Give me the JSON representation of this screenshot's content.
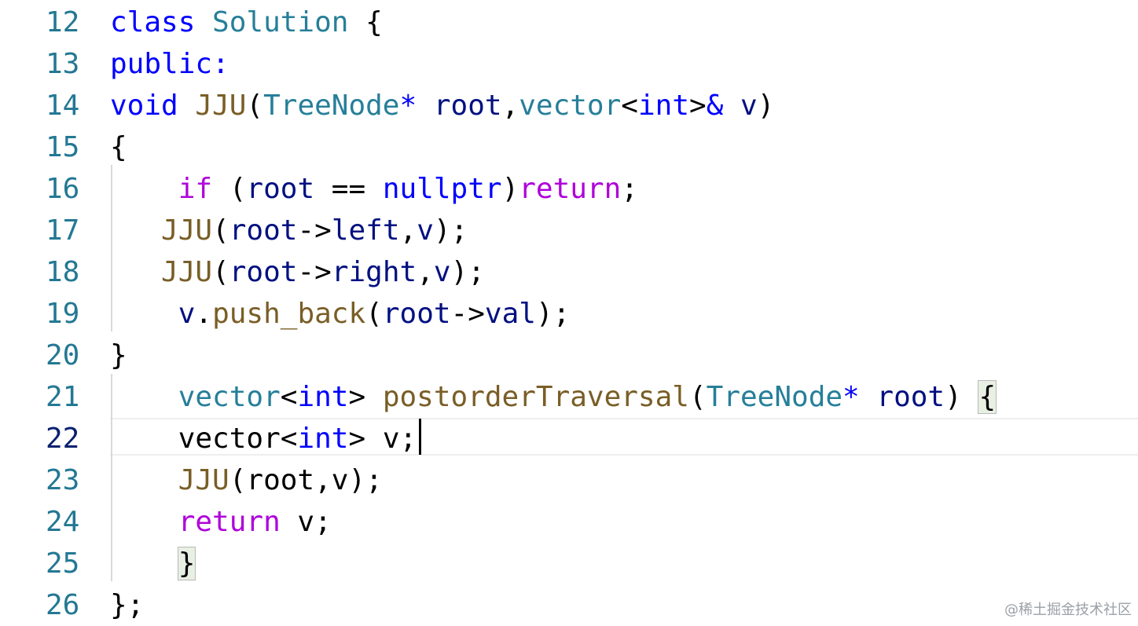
{
  "editor": {
    "line_numbers": [
      "12",
      "13",
      "14",
      "15",
      "16",
      "17",
      "18",
      "19",
      "20",
      "21",
      "22",
      "23",
      "24",
      "25",
      "26"
    ],
    "current_line": "22",
    "lines": [
      [
        {
          "t": "class ",
          "c": "kw"
        },
        {
          "t": "Solution",
          "c": "ty"
        },
        {
          "t": " {",
          "c": ""
        }
      ],
      [
        {
          "t": "public:",
          "c": "kw"
        }
      ],
      [
        {
          "t": "void ",
          "c": "kw"
        },
        {
          "t": "JJU",
          "c": "fn"
        },
        {
          "t": "(",
          "c": ""
        },
        {
          "t": "TreeNode",
          "c": "ty"
        },
        {
          "t": "* ",
          "c": "kw"
        },
        {
          "t": "root",
          "c": "var"
        },
        {
          "t": ",",
          "c": ""
        },
        {
          "t": "vector",
          "c": "ty"
        },
        {
          "t": "<",
          "c": ""
        },
        {
          "t": "int",
          "c": "kw"
        },
        {
          "t": ">",
          "c": ""
        },
        {
          "t": "& ",
          "c": "kw"
        },
        {
          "t": "v",
          "c": "var"
        },
        {
          "t": ")",
          "c": ""
        }
      ],
      [
        {
          "t": "{",
          "c": ""
        }
      ],
      [
        {
          "t": "    ",
          "c": ""
        },
        {
          "t": "if",
          "c": "ctl"
        },
        {
          "t": " (",
          "c": ""
        },
        {
          "t": "root",
          "c": "var"
        },
        {
          "t": " == ",
          "c": ""
        },
        {
          "t": "nullptr",
          "c": "kw"
        },
        {
          "t": ")",
          "c": ""
        },
        {
          "t": "return",
          "c": "ctl"
        },
        {
          "t": ";",
          "c": ""
        }
      ],
      [
        {
          "t": "   ",
          "c": ""
        },
        {
          "t": "JJU",
          "c": "fn"
        },
        {
          "t": "(",
          "c": ""
        },
        {
          "t": "root",
          "c": "var"
        },
        {
          "t": "->",
          "c": ""
        },
        {
          "t": "left",
          "c": "var"
        },
        {
          "t": ",",
          "c": ""
        },
        {
          "t": "v",
          "c": "var"
        },
        {
          "t": ");",
          "c": ""
        }
      ],
      [
        {
          "t": "   ",
          "c": ""
        },
        {
          "t": "JJU",
          "c": "fn"
        },
        {
          "t": "(",
          "c": ""
        },
        {
          "t": "root",
          "c": "var"
        },
        {
          "t": "->",
          "c": ""
        },
        {
          "t": "right",
          "c": "var"
        },
        {
          "t": ",",
          "c": ""
        },
        {
          "t": "v",
          "c": "var"
        },
        {
          "t": ");",
          "c": ""
        }
      ],
      [
        {
          "t": "    ",
          "c": ""
        },
        {
          "t": "v",
          "c": "var"
        },
        {
          "t": ".",
          "c": ""
        },
        {
          "t": "push_back",
          "c": "fn"
        },
        {
          "t": "(",
          "c": ""
        },
        {
          "t": "root",
          "c": "var"
        },
        {
          "t": "->",
          "c": ""
        },
        {
          "t": "val",
          "c": "var"
        },
        {
          "t": ");",
          "c": ""
        }
      ],
      [
        {
          "t": "}",
          "c": ""
        }
      ],
      [
        {
          "t": "    ",
          "c": ""
        },
        {
          "t": "vector",
          "c": "ty"
        },
        {
          "t": "<",
          "c": ""
        },
        {
          "t": "int",
          "c": "kw"
        },
        {
          "t": "> ",
          "c": ""
        },
        {
          "t": "postorderTraversal",
          "c": "fn"
        },
        {
          "t": "(",
          "c": ""
        },
        {
          "t": "TreeNode",
          "c": "ty"
        },
        {
          "t": "* ",
          "c": "kw"
        },
        {
          "t": "root",
          "c": "var"
        },
        {
          "t": ") ",
          "c": ""
        },
        {
          "t": "{",
          "c": "match"
        }
      ],
      [
        {
          "t": "    ",
          "c": ""
        },
        {
          "t": "vector",
          "c": ""
        },
        {
          "t": "<",
          "c": ""
        },
        {
          "t": "int",
          "c": "kw"
        },
        {
          "t": "> v;",
          "c": ""
        }
      ],
      [
        {
          "t": "    ",
          "c": ""
        },
        {
          "t": "JJU",
          "c": "fn"
        },
        {
          "t": "(root,v);",
          "c": ""
        }
      ],
      [
        {
          "t": "    ",
          "c": ""
        },
        {
          "t": "return",
          "c": "ctl"
        },
        {
          "t": " v;",
          "c": ""
        }
      ],
      [
        {
          "t": "    ",
          "c": ""
        },
        {
          "t": "}",
          "c": "match"
        }
      ],
      [
        {
          "t": "};",
          "c": ""
        }
      ]
    ]
  },
  "watermark": "@稀土掘金技术社区"
}
